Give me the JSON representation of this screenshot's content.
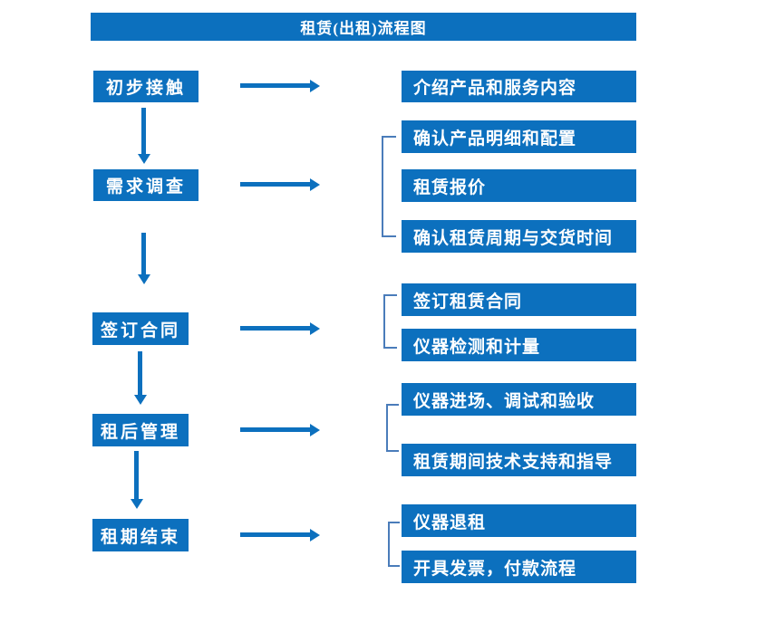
{
  "title": "租赁(出租)流程图",
  "colors": {
    "box_blue": "#0C70BE",
    "arrow_blue": "#0C70BE",
    "bracket_blue": "#4A7CBA",
    "text": "#FFFFFF",
    "background": "#FFFFFF"
  },
  "stages": [
    {
      "label": "初步接触",
      "steps": [
        {
          "label": "介绍产品和服务内容"
        }
      ]
    },
    {
      "label": "需求调查",
      "steps": [
        {
          "label": "确认产品明细和配置"
        },
        {
          "label": "租赁报价"
        },
        {
          "label": "确认租赁周期与交货时间"
        }
      ]
    },
    {
      "label": "签订合同",
      "steps": [
        {
          "label": "签订租赁合同"
        },
        {
          "label": "仪器检测和计量"
        }
      ]
    },
    {
      "label": "租后管理",
      "steps": [
        {
          "label": "仪器进场、调试和验收"
        },
        {
          "label": "租赁期间技术支持和指导"
        }
      ]
    },
    {
      "label": "租期结束",
      "steps": [
        {
          "label": "仪器退租"
        },
        {
          "label": "开具发票，付款流程"
        }
      ]
    }
  ]
}
